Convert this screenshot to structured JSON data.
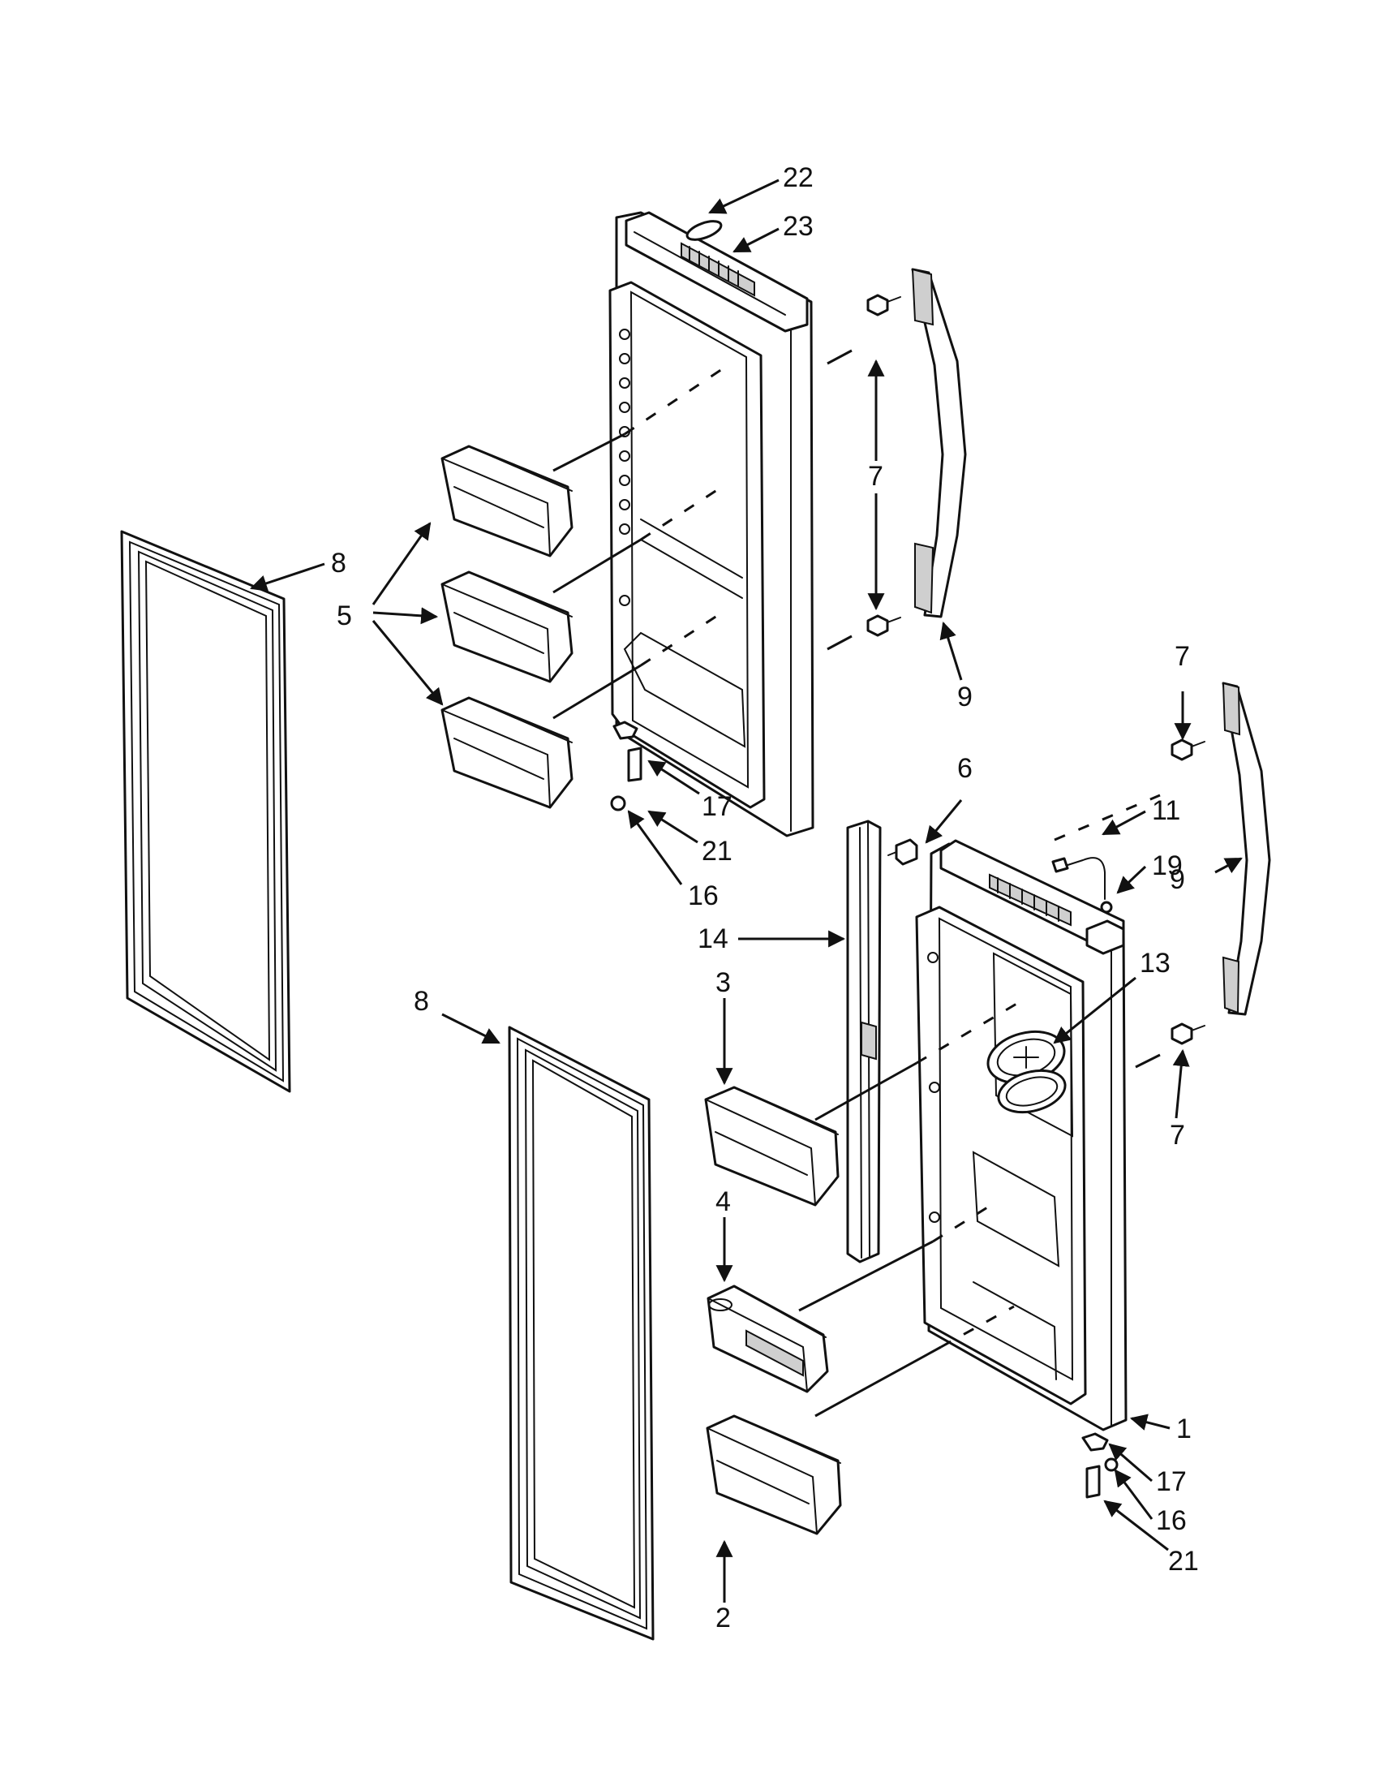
{
  "diagram": {
    "background_color": "#ffffff",
    "line_color": "#111111",
    "shade_color": "#cfcfcf",
    "parts": [
      {
        "id": "door-upper",
        "name": "upper refrigerator door"
      },
      {
        "id": "door-lower",
        "name": "lower refrigerator door with dispenser"
      },
      {
        "id": "gasket-left",
        "name": "door gasket left"
      },
      {
        "id": "gasket-center",
        "name": "door gasket center"
      },
      {
        "id": "bin-upper-1",
        "name": "door bin"
      },
      {
        "id": "bin-upper-2",
        "name": "door bin"
      },
      {
        "id": "bin-upper-3",
        "name": "door bin"
      },
      {
        "id": "bin-lower-3",
        "name": "door bin"
      },
      {
        "id": "bin-lower-4",
        "name": "door bin small"
      },
      {
        "id": "bin-lower-2",
        "name": "door bin"
      },
      {
        "id": "handle-upper",
        "name": "door handle"
      },
      {
        "id": "handle-lower",
        "name": "door handle"
      },
      {
        "id": "mullion",
        "name": "flipper mullion"
      },
      {
        "id": "ice-bin-ring",
        "name": "ice container ring"
      }
    ],
    "callouts": [
      {
        "key": "c22",
        "text": "22"
      },
      {
        "key": "c23",
        "text": "23"
      },
      {
        "key": "c7a",
        "text": "7"
      },
      {
        "key": "c8a",
        "text": "8"
      },
      {
        "key": "c5",
        "text": "5"
      },
      {
        "key": "c9a",
        "text": "9"
      },
      {
        "key": "c7b",
        "text": "7"
      },
      {
        "key": "c6",
        "text": "6"
      },
      {
        "key": "c11",
        "text": "11"
      },
      {
        "key": "c17a",
        "text": "17"
      },
      {
        "key": "c19",
        "text": "19"
      },
      {
        "key": "c9b",
        "text": "9"
      },
      {
        "key": "c21a",
        "text": "21"
      },
      {
        "key": "c16a",
        "text": "16"
      },
      {
        "key": "c14",
        "text": "14"
      },
      {
        "key": "c13",
        "text": "13"
      },
      {
        "key": "c3",
        "text": "3"
      },
      {
        "key": "c8b",
        "text": "8"
      },
      {
        "key": "c7c",
        "text": "7"
      },
      {
        "key": "c4",
        "text": "4"
      },
      {
        "key": "c1",
        "text": "1"
      },
      {
        "key": "c17b",
        "text": "17"
      },
      {
        "key": "c16b",
        "text": "16"
      },
      {
        "key": "c2",
        "text": "2"
      },
      {
        "key": "c21b",
        "text": "21"
      }
    ]
  }
}
